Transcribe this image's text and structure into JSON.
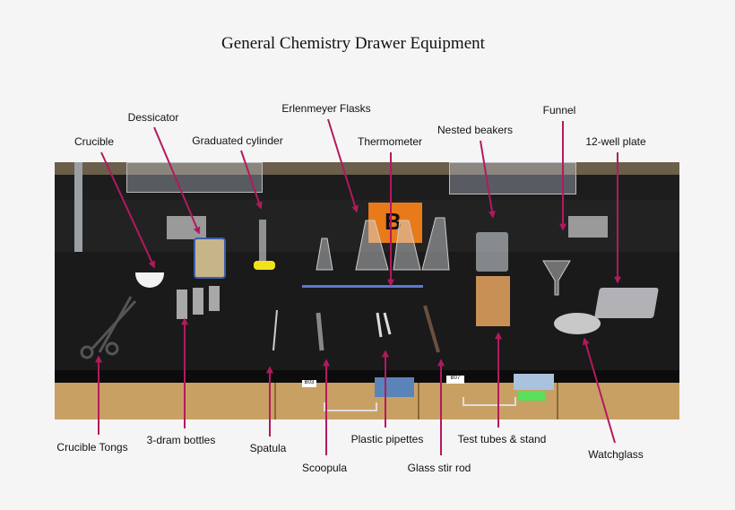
{
  "title": "General Chemistry Drawer Equipment",
  "arrow_color": "#b3195f",
  "labels": {
    "crucible": "Crucible",
    "dessicator": "Dessicator",
    "graduated_cylinder": "Graduated cylinder",
    "erlenmeyer_flasks": "Erlenmeyer Flasks",
    "thermometer": "Thermometer",
    "nested_beakers": "Nested beakers",
    "funnel": "Funnel",
    "well_plate": "12-well plate",
    "crucible_tongs": "Crucible Tongs",
    "dram_bottles": "3-dram bottles",
    "spatula": "Spatula",
    "scoopula": "Scoopula",
    "plastic_pipettes": "Plastic pipettes",
    "glass_stir_rod": "Glass stir rod",
    "test_tubes": "Test tubes & stand",
    "watchglass": "Watchglass"
  },
  "photo": {
    "sign_letter": "B",
    "drawer_labels": [
      "B03",
      "B07"
    ]
  }
}
